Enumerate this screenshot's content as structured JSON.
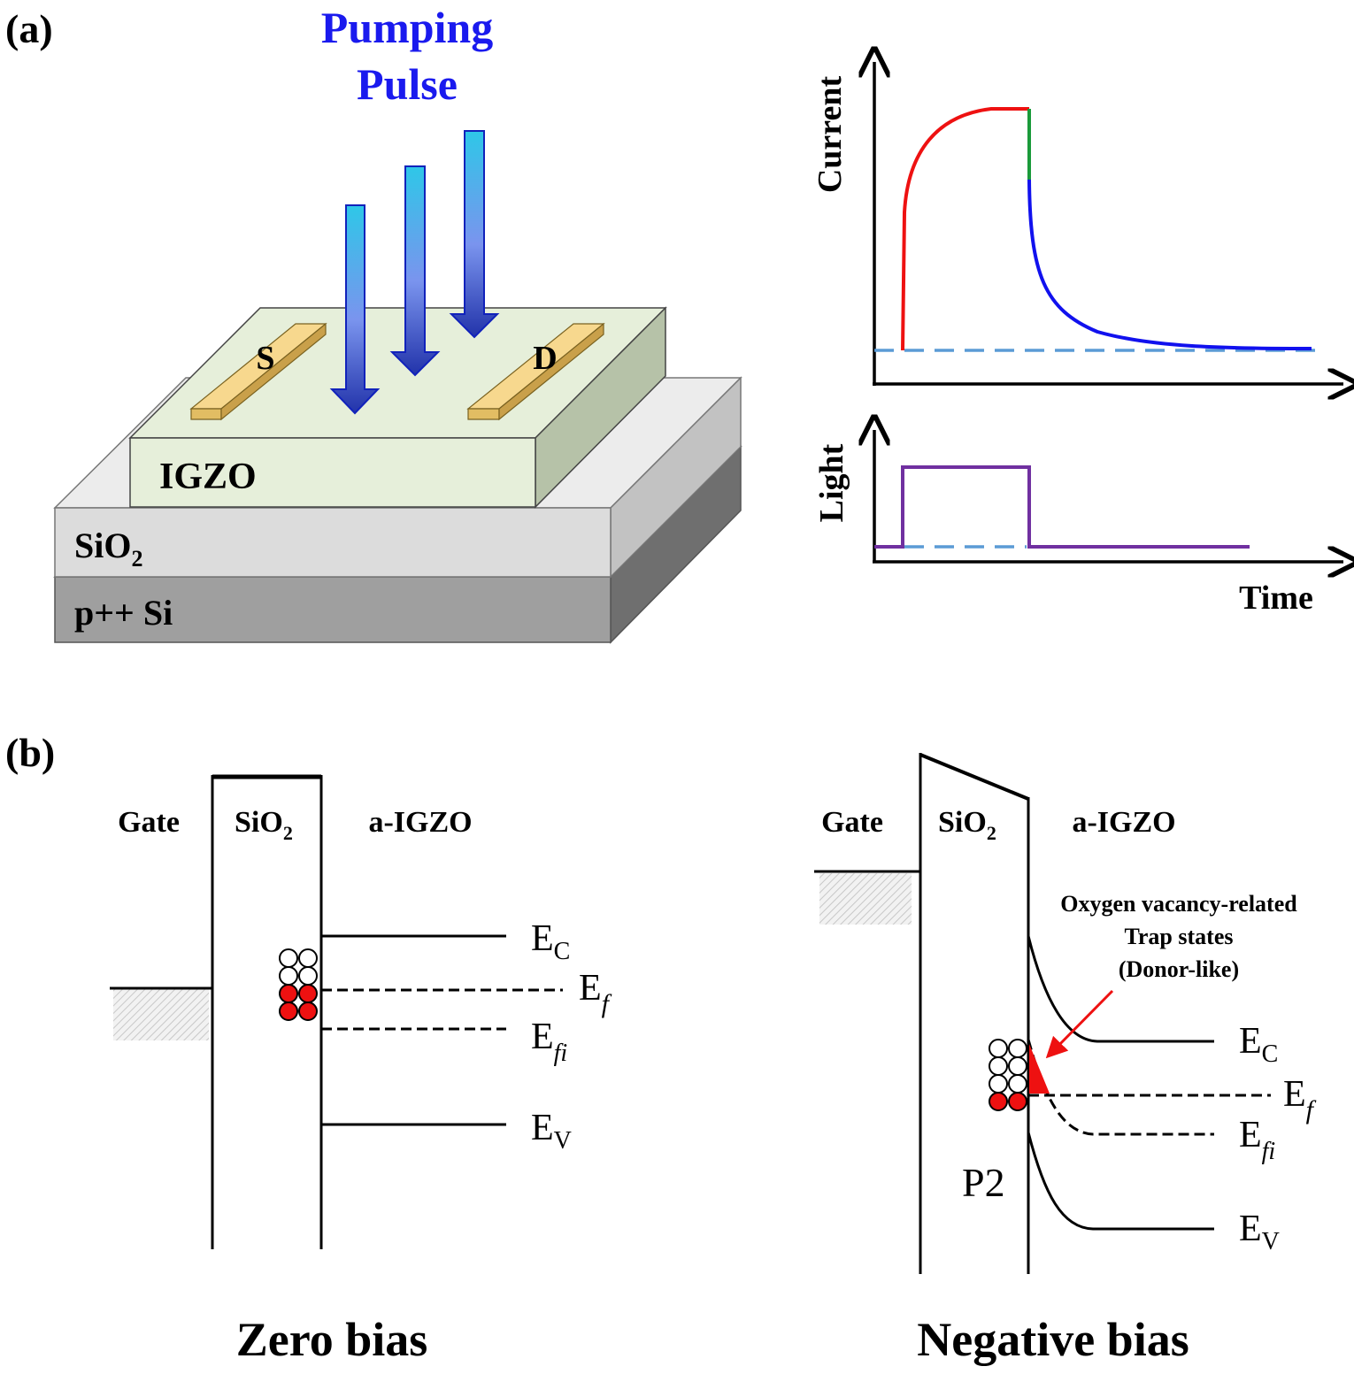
{
  "panel_a": {
    "label": "(a)",
    "pulse_title_line1": "Pumping",
    "pulse_title_line2": "Pulse",
    "source_label": "S",
    "drain_label": "D",
    "igzo_label": "IGZO",
    "sio2_label": "SiO",
    "sio2_sub": "2",
    "substrate_label": "p++ Si",
    "current_axis_label": "Current",
    "light_axis_label": "Light",
    "time_axis_label": "Time"
  },
  "panel_b": {
    "label": "(b)",
    "zero": {
      "gate_label": "Gate",
      "oxide_label": "SiO",
      "oxide_sub": "2",
      "semi_label": "a-IGZO",
      "ec_main": "E",
      "ec_sub": "C",
      "ef_main": "E",
      "ef_sub": "f",
      "efi_main": "E",
      "efi_sub": "fi",
      "ev_main": "E",
      "ev_sub": "V",
      "caption": "Zero bias"
    },
    "negative": {
      "gate_label": "Gate",
      "oxide_label": "SiO",
      "oxide_sub": "2",
      "semi_label": "a-IGZO",
      "trap_line1": "Oxygen vacancy-related",
      "trap_line2": "Trap states",
      "trap_line3": "(Donor-like)",
      "p2_label": "P2",
      "ec_main": "E",
      "ec_sub": "C",
      "ef_main": "E",
      "ef_sub": "f",
      "efi_main": "E",
      "efi_sub": "fi",
      "ev_main": "E",
      "ev_sub": "V",
      "caption": "Negative bias"
    }
  },
  "colors": {
    "pulse_blue": "#1a1aee",
    "rise_red": "#ee1111",
    "fall_green": "#1a9a3a",
    "decay_blue": "#1111ee",
    "light_purple": "#7030a0",
    "baseline_dashed": "#5b9bd5",
    "electrode": "#f7d88e",
    "igzo_top": "#e6efda",
    "trap_red": "#ee1111"
  }
}
